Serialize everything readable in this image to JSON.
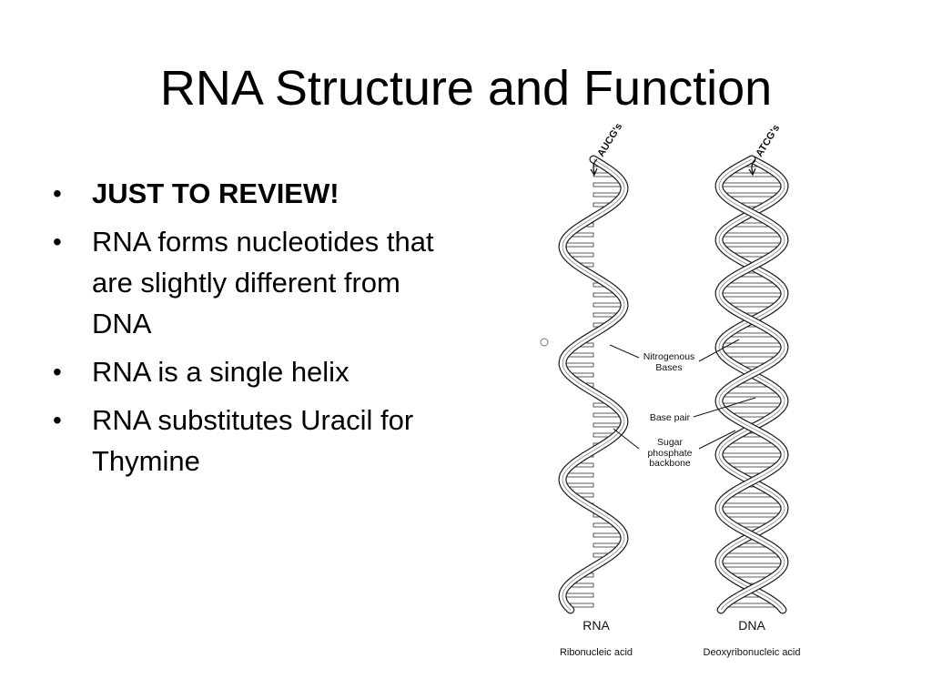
{
  "slide": {
    "title": "RNA Structure and Function",
    "bullets": [
      {
        "text": "JUST TO REVIEW!",
        "bold": true
      },
      {
        "text": "RNA forms nucleotides that are slightly different from DNA",
        "bold": false
      },
      {
        "text": "RNA is a single helix",
        "bold": false
      },
      {
        "text": "RNA substitutes Uracil for Thymine",
        "bold": false
      }
    ],
    "bullet_glyph": "•"
  },
  "figure": {
    "rna_top_label": "AUCG's",
    "dna_top_label": "ATCG's",
    "labels": {
      "nitrogenous_line1": "Nitrogenous",
      "nitrogenous_line2": "Bases",
      "base_pair": "Base pair",
      "sugar_line1": "Sugar",
      "sugar_line2": "phosphate",
      "sugar_line3": "backbone"
    },
    "rna_name": "RNA",
    "rna_full": "Ribonucleic acid",
    "dna_name": "DNA",
    "dna_full": "Deoxyribonucleic acid"
  }
}
